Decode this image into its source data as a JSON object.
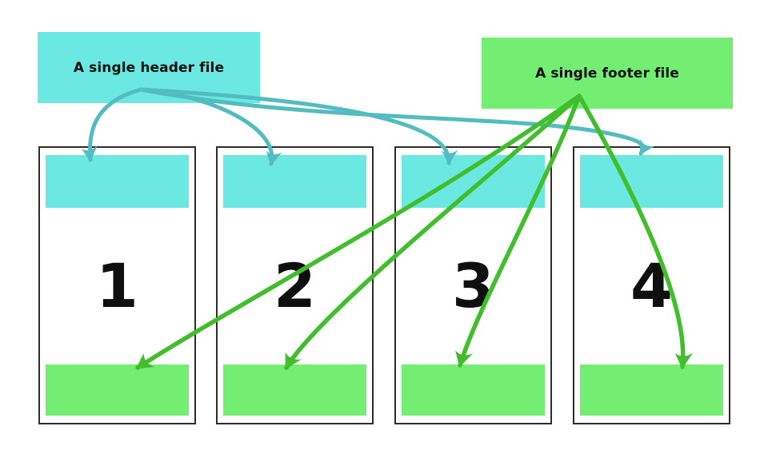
{
  "diagram": {
    "background_color": "#ffffff",
    "header_source": {
      "label": "A single header file",
      "fill_color": "#6ce8e2",
      "arrow_color": "#52bcc1",
      "targets": [
        "page-1-header-bar",
        "page-2-header-bar",
        "page-3-header-bar",
        "page-4-header-bar"
      ]
    },
    "footer_source": {
      "label": "A single footer file",
      "fill_color": "#73ee73",
      "arrow_color": "#41be2c",
      "targets": [
        "page-1-footer-bar",
        "page-2-footer-bar",
        "page-3-footer-bar",
        "page-4-footer-bar"
      ]
    },
    "pages": [
      {
        "number": "1"
      },
      {
        "number": "2"
      },
      {
        "number": "3"
      },
      {
        "number": "4"
      }
    ],
    "page_border_color": "#2d2d2d",
    "text_color": "#0f0f0f"
  }
}
